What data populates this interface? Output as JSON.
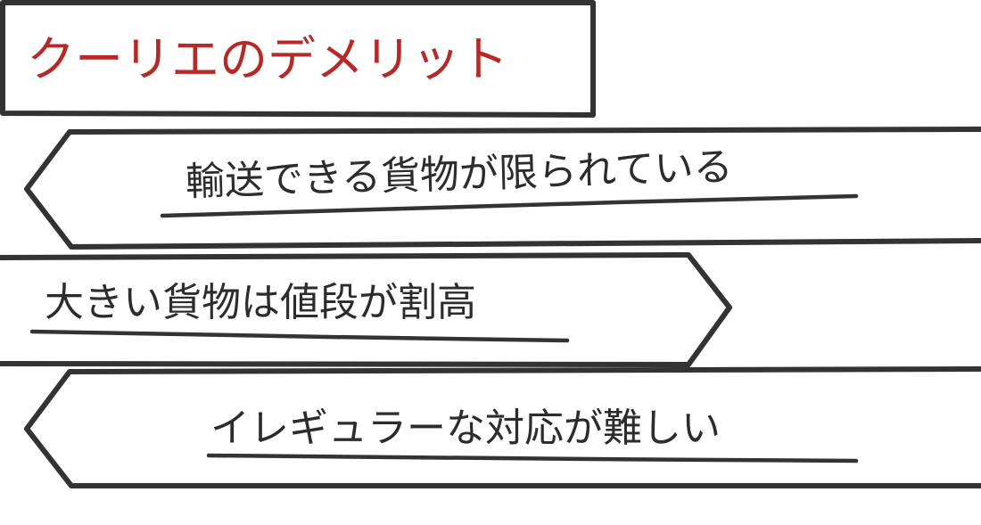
{
  "colors": {
    "title_text": "#b52a26",
    "outline": "#333333",
    "body_text": "#2c2c2c",
    "background": "#ffffff"
  },
  "title": {
    "text": "クーリエのデメリット"
  },
  "items": [
    {
      "text": "輸送できる貨物が限られている",
      "arrow_direction": "left"
    },
    {
      "text": "大きい貨物は値段が割高",
      "arrow_direction": "right"
    },
    {
      "text": "イレギュラーな対応が難しい",
      "arrow_direction": "left"
    }
  ]
}
